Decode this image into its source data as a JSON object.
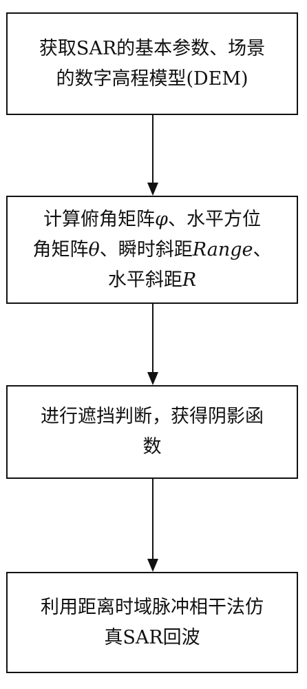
{
  "steps": [
    {
      "lines": [
        [
          {
            "t": "获取SAR的基本参数、场景"
          }
        ],
        [
          {
            "t": "的数字高程模型(DEM)"
          }
        ]
      ]
    },
    {
      "lines": [
        [
          {
            "t": "计算俯角矩阵"
          },
          {
            "t": "φ",
            "i": true
          },
          {
            "t": "、水平方位"
          }
        ],
        [
          {
            "t": "角矩阵"
          },
          {
            "t": "θ",
            "i": true
          },
          {
            "t": "、瞬时斜距"
          },
          {
            "t": "Range",
            "i": true
          },
          {
            "t": "、"
          }
        ],
        [
          {
            "t": "水平斜距"
          },
          {
            "t": "R",
            "i": true
          }
        ]
      ]
    },
    {
      "lines": [
        [
          {
            "t": "进行遮挡判断，获得阴影函"
          }
        ],
        [
          {
            "t": "数"
          }
        ]
      ]
    },
    {
      "lines": [
        [
          {
            "t": "利用距离时域脉冲相干法仿"
          }
        ],
        [
          {
            "t": "真SAR回波"
          }
        ]
      ]
    }
  ]
}
